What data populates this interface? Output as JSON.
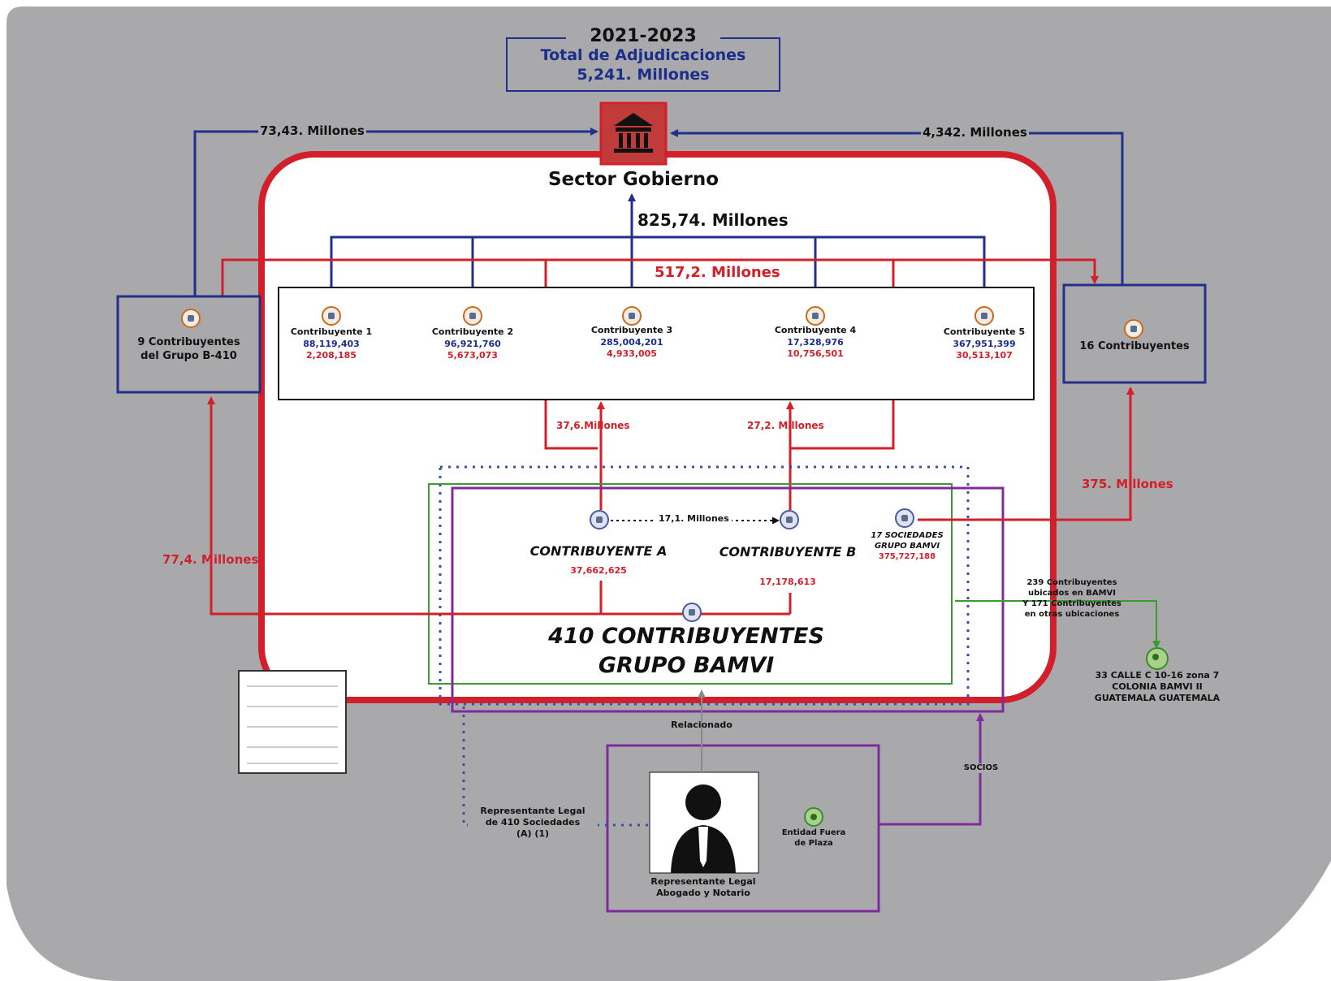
{
  "header": {
    "years": "2021-2023",
    "total_label": "Total de Adjudicaciones",
    "total_value": "5,241. Millones"
  },
  "gov": {
    "label": "Sector Gobierno",
    "icon": "government-building-icon"
  },
  "flows": {
    "left_top": "73,43. Millones",
    "right_top": "4,342. Millones",
    "center_blue": "825,74. Millones",
    "center_red": "517,2. Millones",
    "a_up": "37,6.Millones",
    "b_up": "27,2. Millones",
    "a_to_b": "17,1. Millones",
    "to_right_group": "375. Millones",
    "to_left_group": "77,4. Millones"
  },
  "contributors": [
    {
      "name": "Contribuyente 1",
      "blue": "88,119,403",
      "red": "2,208,185"
    },
    {
      "name": "Contribuyente 2",
      "blue": "96,921,760",
      "red": "5,673,073"
    },
    {
      "name": "Contribuyente 3",
      "blue": "285,004,201",
      "red": "4,933,005"
    },
    {
      "name": "Contribuyente 4",
      "blue": "17,328,976",
      "red": "10,756,501"
    },
    {
      "name": "Contribuyente 5",
      "blue": "367,951,399",
      "red": "30,513,107"
    }
  ],
  "left_group": {
    "line1": "9 Contribuyentes",
    "line2": "del Grupo B-410"
  },
  "right_group": {
    "label": "16 Contribuyentes"
  },
  "bamvi": {
    "a_label": "CONTRIBUYENTE A",
    "a_value": "37,662,625",
    "b_label": "CONTRIBUYENTE B",
    "b_value": "17,178,613",
    "soc_line1": "17 SOCIEDADES",
    "soc_line2": "GRUPO BAMVI",
    "soc_value": "375,727,188",
    "main_line1": "410 CONTRIBUYENTES",
    "main_line2": "GRUPO BAMVI"
  },
  "location": {
    "note1": "239 Contribuyentes",
    "note2": "ubicados en BAMVI",
    "note3": "Y 171 Contribuyentes",
    "note4": "en otras ubicaciones",
    "addr1": "33 CALLE C 10-16 zona 7",
    "addr2": "COLONIA BAMVI II",
    "addr3": "GUATEMALA GUATEMALA"
  },
  "legal": {
    "relacionado": "Relacionado",
    "socios": "SOCIOS",
    "rep410_1": "Representante Legal",
    "rep410_2": "de 410 Sociedades",
    "rep410_3": "(A) (1)",
    "rep1": "Representante Legal",
    "rep2": "Abogado y Notario",
    "entity1": "Entidad Fuera",
    "entity2": "de Plaza"
  },
  "colors": {
    "background": "#a9a9ab",
    "red": "#d21f2a",
    "navy": "#23308a",
    "purple": "#7e2c9c",
    "green": "#3c9a35"
  }
}
